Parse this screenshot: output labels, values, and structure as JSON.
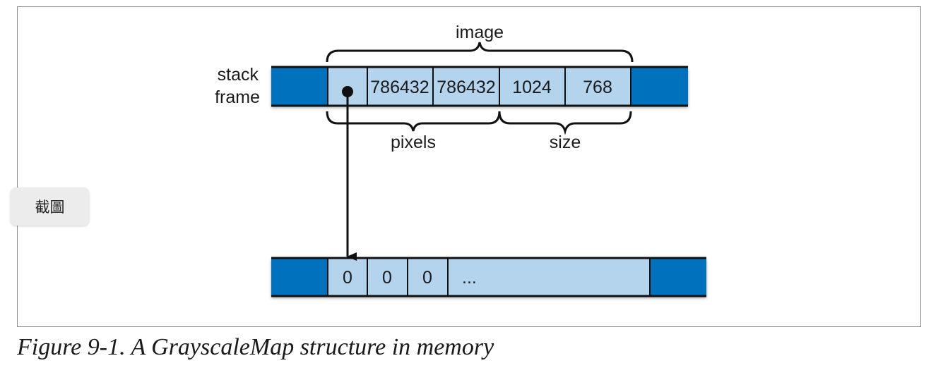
{
  "diagram": {
    "labels": {
      "stack_line1": "stack",
      "stack_line2": "frame",
      "image": "image",
      "pixels": "pixels",
      "size": "size"
    },
    "stack_cells": [
      "",
      "786432",
      "786432",
      "1024",
      "768"
    ],
    "heap_cells": [
      "0",
      "0",
      "0",
      "..."
    ],
    "colors": {
      "dark_block": "#0071bc",
      "light_cell": "#b3d4ec",
      "stroke": "#111111"
    }
  },
  "ui": {
    "screenshot_button": "截圖"
  },
  "caption": "Figure 9-1. A GrayscaleMap structure in memory"
}
